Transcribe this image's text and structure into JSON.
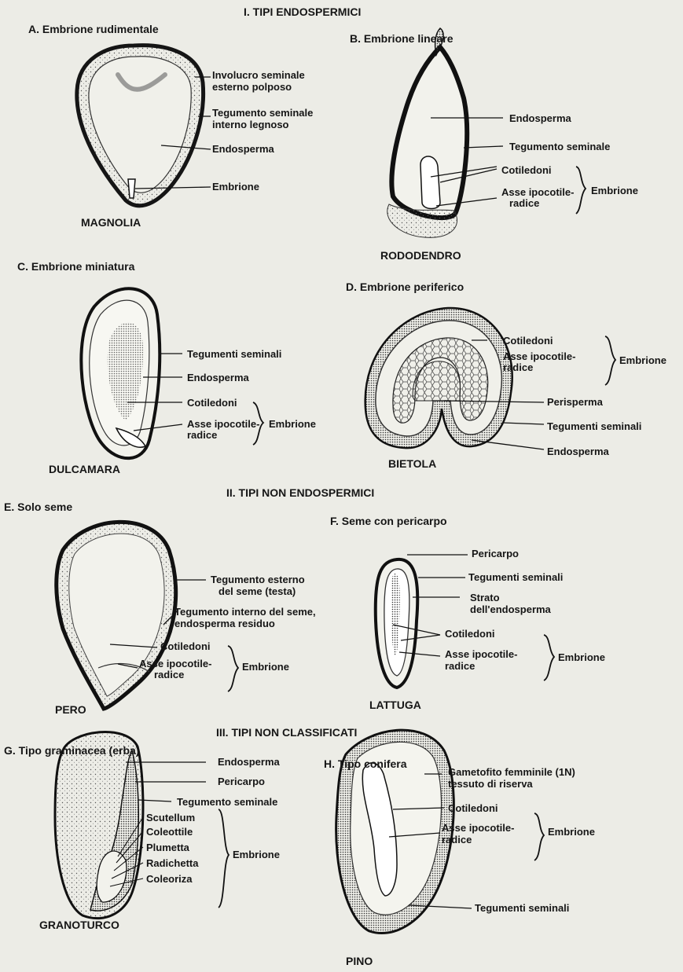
{
  "sections": {
    "endospermic": "I. TIPI ENDOSPERMICI",
    "non_endospermic": "II. TIPI NON ENDOSPERMICI",
    "unclassified": "III. TIPI NON CLASSIFICATI"
  },
  "panels": {
    "a": {
      "title": "A. Embrione rudimentale",
      "plant": "MAGNOLIA",
      "labels": [
        "Involucro seminale",
        "esterno polposo",
        "Tegumento seminale",
        "interno legnoso",
        "Endosperma",
        "Embrione"
      ]
    },
    "b": {
      "title": "B. Embrione lineare",
      "plant": "RODODENDRO",
      "labels": [
        "Endosperma",
        "Tegumento seminale",
        "Cotiledoni",
        "Asse ipocotile-",
        "radice",
        "Embrione"
      ]
    },
    "c": {
      "title": "C. Embrione miniatura",
      "plant": "DULCAMARA",
      "labels": [
        "Tegumenti seminali",
        "Endosperma",
        "Cotiledoni",
        "Asse ipocotile-",
        "radice",
        "Embrione"
      ]
    },
    "d": {
      "title": "D. Embrione periferico",
      "plant": "BIETOLA",
      "labels": [
        "Cotiledoni",
        "Asse ipocotile-",
        "radice",
        "Embrione",
        "Perisperma",
        "Tegumenti seminali",
        "Endosperma"
      ]
    },
    "e": {
      "title": "E. Solo seme",
      "plant": "PERO",
      "labels": [
        "Tegumento esterno",
        "del seme (testa)",
        "Tegumento interno del seme,",
        "endosperma residuo",
        "Cotiledoni",
        "Asse ipocotile-",
        "radice",
        "Embrione"
      ]
    },
    "f": {
      "title": "F. Seme con pericarpo",
      "plant": "LATTUGA",
      "labels": [
        "Pericarpo",
        "Tegumenti seminali",
        "Strato",
        "dell'endosperma",
        "Cotiledoni",
        "Asse ipocotile-",
        "radice",
        "Embrione"
      ]
    },
    "g": {
      "title": "G. Tipo graminacea (erba)",
      "plant": "GRANOTURCO",
      "labels": [
        "Endosperma",
        "Pericarpo",
        "Tegumento seminale",
        "Scutellum",
        "Coleottile",
        "Plumetta",
        "Radichetta",
        "Coleoriza",
        "Embrione"
      ]
    },
    "h": {
      "title": "H. Tipo conifera",
      "plant": "PINO",
      "labels": [
        "Gametofito femminile (1N)",
        "tessuto di riserva",
        "Cotiledoni",
        "Asse ipocotile-",
        "radice",
        "Embrione",
        "Tegumenti seminali"
      ]
    }
  },
  "colors": {
    "ink": "#161616",
    "paper": "#ececE6",
    "stipple": "#6e6e6e"
  }
}
